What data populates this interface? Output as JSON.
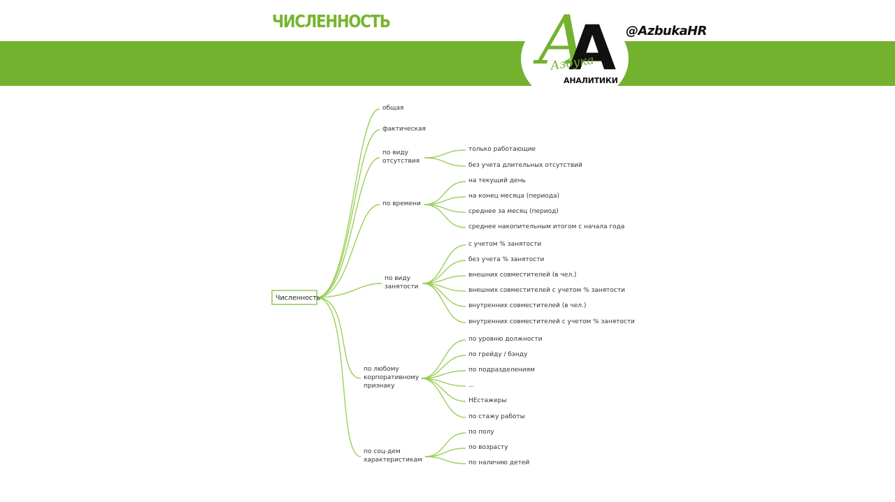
{
  "header": {
    "title": "ЧИСЛЕННОСТЬ",
    "handle": "@AzbukaHR",
    "logo_script": "Азбука",
    "logo_caps": "АНАЛИТИКИ",
    "logo_letters": [
      "А",
      "А"
    ],
    "band_color": "#72b22f",
    "title_color": "#77b52f"
  },
  "mindmap": {
    "root": "Численность",
    "line_color": "#9bcf5a",
    "branches": [
      {
        "label": [
          "общая"
        ],
        "children": []
      },
      {
        "label": [
          "фактическая"
        ],
        "children": []
      },
      {
        "label": [
          "по виду",
          "отсутствия"
        ],
        "children": [
          "только работающие",
          "без учета длительных отсутствий"
        ]
      },
      {
        "label": [
          "по времени"
        ],
        "children": [
          "на текущий день",
          "на конец месяца (периода)",
          "среднее за месяц (период)",
          "среднее накопительным итогом с начала года"
        ]
      },
      {
        "label": [
          "по виду",
          "занятости"
        ],
        "children": [
          "с учетом % занятости",
          "без учета % занятости",
          "внешних совместителей (в чел.)",
          "внешних совместителей с учетом % занятости",
          "внутренних совместителей (в чел.)",
          "внутренних совместителей с учетом % занятости"
        ]
      },
      {
        "label": [
          "по любому",
          "корпоративному",
          "признаку"
        ],
        "children": [
          "по уровню должности",
          "по грейду / бэнду",
          "по подразделениям",
          "...",
          "НЕстажеры",
          "по стажу работы"
        ]
      },
      {
        "label": [
          "по соц-дем",
          "характеристикам"
        ],
        "children": [
          "по полу",
          "по возрасту",
          "по наличию детей"
        ]
      }
    ]
  }
}
